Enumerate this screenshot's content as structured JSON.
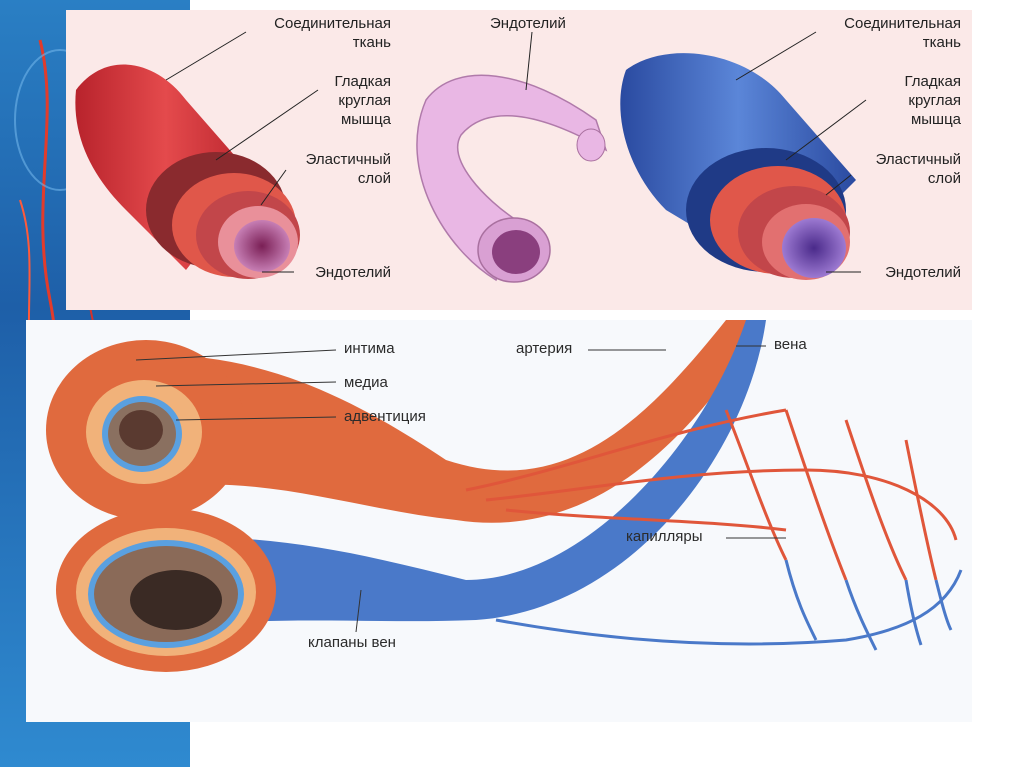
{
  "colors": {
    "artery_red": "#d8393a",
    "vein_blue": "#3f64b8",
    "wall_orange": "#e06a3e",
    "endothelium_pink": "#c991c8",
    "capillary_red": "#e0563a",
    "capillary_blue": "#4a79c9",
    "top_panel_bg": "#fbe9e8"
  },
  "top_panel": {
    "artery": {
      "connective_tissue": "Соединительная\nткань",
      "smooth_muscle": "Гладкая\nкруглая\nмышца",
      "elastic_layer": "Эластичный\nслой",
      "endothelium": "Эндотелий"
    },
    "capillary": {
      "endothelium": "Эндотелий"
    },
    "vein": {
      "connective_tissue": "Соединительная\nткань",
      "smooth_muscle": "Гладкая\nкруглая\nмышца",
      "elastic_layer": "Эластичный\nслой",
      "endothelium": "Эндотелий"
    }
  },
  "bottom_panel": {
    "intima": "интима",
    "media": "медиа",
    "adventitia": "адвентиция",
    "artery": "артерия",
    "vein": "вена",
    "capillaries": "капилляры",
    "vein_valves": "клапаны вен"
  }
}
